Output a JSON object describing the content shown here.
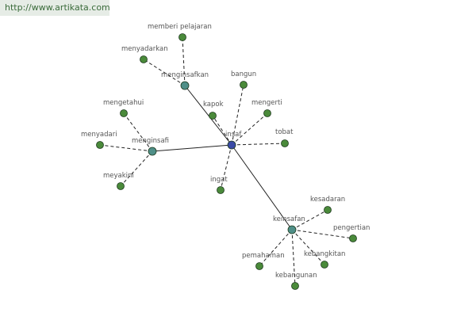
{
  "watermark": "http://www.artikata.com",
  "colors": {
    "center": "#3a4aa6",
    "hub": "#4f8f88",
    "leaf": "#4a8a3a",
    "stroke": "#1e3a1e",
    "edge": "#222222"
  },
  "nodes": [
    {
      "id": "insaf",
      "label": "insaf",
      "kind": "center"
    },
    {
      "id": "menginsafkan",
      "label": "menginsafkan",
      "kind": "hub"
    },
    {
      "id": "menginsafi",
      "label": "menginsafi",
      "kind": "hub"
    },
    {
      "id": "keinsafan",
      "label": "keinsafan",
      "kind": "hub"
    },
    {
      "id": "memberi-pelajaran",
      "label": "memberi pelajaran",
      "kind": "leaf"
    },
    {
      "id": "menyadarkan",
      "label": "menyadarkan",
      "kind": "leaf"
    },
    {
      "id": "bangun",
      "label": "bangun",
      "kind": "leaf"
    },
    {
      "id": "kapok",
      "label": "kapok",
      "kind": "leaf"
    },
    {
      "id": "mengerti",
      "label": "mengerti",
      "kind": "leaf"
    },
    {
      "id": "tobat",
      "label": "tobat",
      "kind": "leaf"
    },
    {
      "id": "ingat",
      "label": "ingat",
      "kind": "leaf"
    },
    {
      "id": "mengetahui",
      "label": "mengetahui",
      "kind": "leaf"
    },
    {
      "id": "menyadari",
      "label": "menyadari",
      "kind": "leaf"
    },
    {
      "id": "meyakini",
      "label": "meyakini",
      "kind": "leaf"
    },
    {
      "id": "kesadaran",
      "label": "kesadaran",
      "kind": "leaf"
    },
    {
      "id": "pengertian",
      "label": "pengertian",
      "kind": "leaf"
    },
    {
      "id": "pemahaman",
      "label": "pemahaman",
      "kind": "leaf"
    },
    {
      "id": "kebangkitan",
      "label": "kebangkitan",
      "kind": "leaf"
    },
    {
      "id": "kebangunan",
      "label": "kebangunan",
      "kind": "leaf"
    }
  ],
  "edges": [
    {
      "from": "insaf",
      "to": "menginsafkan",
      "style": "solid"
    },
    {
      "from": "insaf",
      "to": "menginsafi",
      "style": "solid"
    },
    {
      "from": "insaf",
      "to": "keinsafan",
      "style": "solid"
    },
    {
      "from": "insaf",
      "to": "bangun",
      "style": "dashed"
    },
    {
      "from": "insaf",
      "to": "kapok",
      "style": "dashed"
    },
    {
      "from": "insaf",
      "to": "mengerti",
      "style": "dashed"
    },
    {
      "from": "insaf",
      "to": "tobat",
      "style": "dashed"
    },
    {
      "from": "insaf",
      "to": "ingat",
      "style": "dashed"
    },
    {
      "from": "menginsafkan",
      "to": "memberi-pelajaran",
      "style": "dashed"
    },
    {
      "from": "menginsafkan",
      "to": "menyadarkan",
      "style": "dashed"
    },
    {
      "from": "menginsafi",
      "to": "mengetahui",
      "style": "dashed"
    },
    {
      "from": "menginsafi",
      "to": "menyadari",
      "style": "dashed"
    },
    {
      "from": "menginsafi",
      "to": "meyakini",
      "style": "dashed"
    },
    {
      "from": "keinsafan",
      "to": "kesadaran",
      "style": "dashed"
    },
    {
      "from": "keinsafan",
      "to": "pengertian",
      "style": "dashed"
    },
    {
      "from": "keinsafan",
      "to": "pemahaman",
      "style": "dashed"
    },
    {
      "from": "keinsafan",
      "to": "kebangkitan",
      "style": "dashed"
    },
    {
      "from": "keinsafan",
      "to": "kebangunan",
      "style": "dashed"
    }
  ]
}
